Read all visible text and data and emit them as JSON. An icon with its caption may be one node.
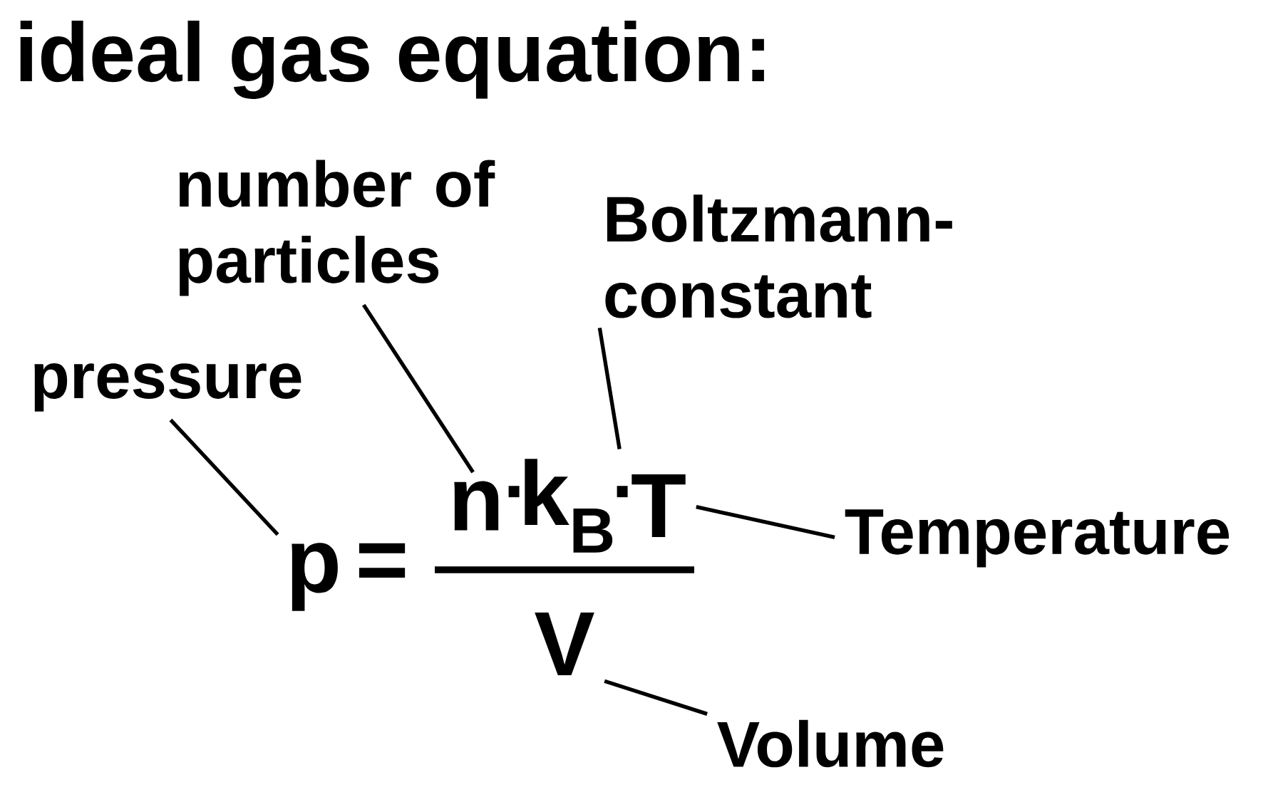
{
  "diagram": {
    "title": "ideal gas equation:",
    "nodes": [
      {
        "text": [
          "pressure"
        ]
      },
      {
        "text": [
          "number of particles"
        ]
      },
      {
        "text": [
          "Boltzmann-constant"
        ]
      },
      {
        "text": [
          "Temperature"
        ]
      },
      {
        "text": [
          "Volume"
        ]
      },
      {
        "text": [
          "p"
        ]
      },
      {
        "text": [
          "n"
        ]
      },
      {
        "text": [
          "k$_{B}$"
        ]
      },
      {
        "text": [
          "T"
        ]
      },
      {
        "text": [
          "V"
        ]
      }
    ],
    "edges": [
      {
        "from": 0,
        "to": 5,
        "arrow": "none"
      },
      {
        "from": 1,
        "to": 6,
        "arrow": "none"
      },
      {
        "from": 2,
        "to": 7,
        "arrow": "none"
      },
      {
        "from": 3,
        "to": 8,
        "arrow": "none"
      },
      {
        "from": 4,
        "to": 9,
        "arrow": "none"
      }
    ],
    "labels": [
      "=",
      "·",
      "·"
    ]
  }
}
